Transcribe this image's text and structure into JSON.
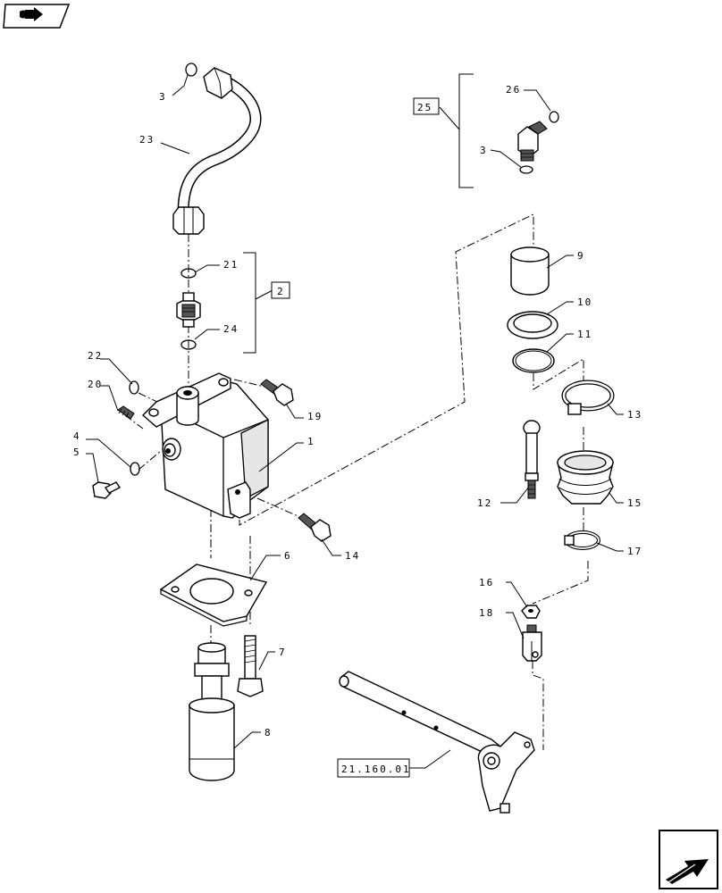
{
  "nav": {
    "top_icon": "book-arrow-icon",
    "bottom_icon": "next-page-arrow-icon"
  },
  "labels": {
    "l1": "1",
    "l2": "2",
    "l3a": "3",
    "l3b": "3",
    "l4": "4",
    "l5": "5",
    "l6": "6",
    "l7": "7",
    "l8": "8",
    "l9": "9",
    "l10": "10",
    "l11": "11",
    "l12": "12",
    "l13": "13",
    "l14": "14",
    "l15": "15",
    "l16": "16",
    "l17": "17",
    "l18": "18",
    "l19": "19",
    "l20": "20",
    "l21": "21",
    "l22": "22",
    "l23": "23",
    "l24": "24",
    "l25": "25",
    "l26": "26"
  },
  "reference": "21.160.01"
}
